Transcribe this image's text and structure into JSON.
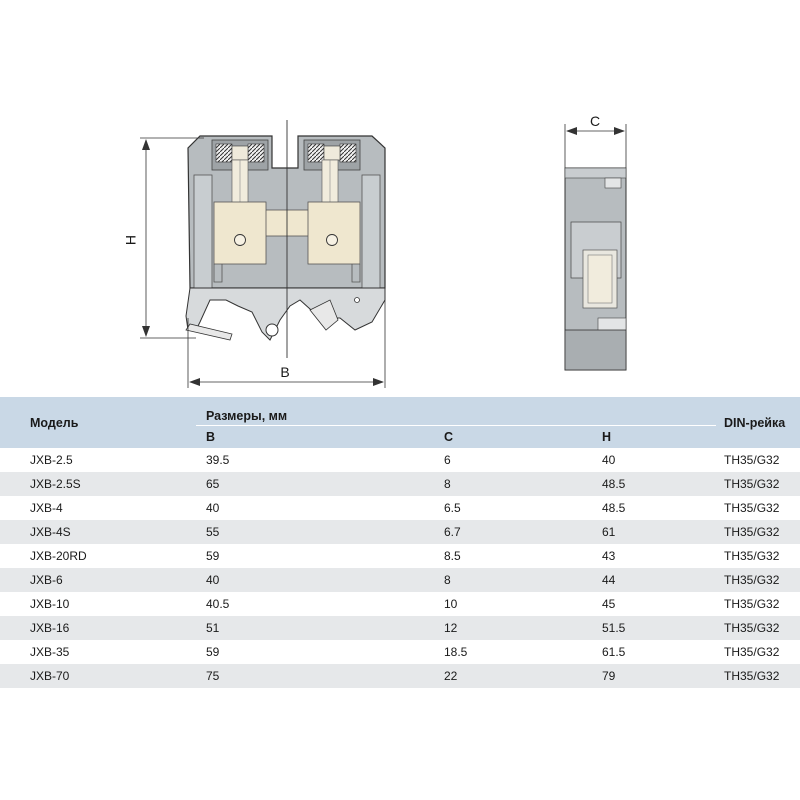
{
  "drawing": {
    "label_h": "H",
    "label_b": "B",
    "label_c": "C"
  },
  "table": {
    "header_model": "Модель",
    "header_dims": "Размеры, мм",
    "header_din": "DIN-рейка",
    "sub_b": "B",
    "sub_c": "C",
    "sub_h": "H",
    "rows": [
      {
        "model": "JXB-2.5",
        "b": "39.5",
        "c": "6",
        "h": "40",
        "din": "TH35/G32"
      },
      {
        "model": "JXB-2.5S",
        "b": "65",
        "c": "8",
        "h": "48.5",
        "din": "TH35/G32"
      },
      {
        "model": "JXB-4",
        "b": "40",
        "c": "6.5",
        "h": "48.5",
        "din": "TH35/G32"
      },
      {
        "model": "JXB-4S",
        "b": "55",
        "c": "6.7",
        "h": "61",
        "din": "TH35/G32"
      },
      {
        "model": "JXB-20RD",
        "b": "59",
        "c": "8.5",
        "h": "43",
        "din": "TH35/G32"
      },
      {
        "model": "JXB-6",
        "b": "40",
        "c": "8",
        "h": "44",
        "din": "TH35/G32"
      },
      {
        "model": "JXB-10",
        "b": "40.5",
        "c": "10",
        "h": "45",
        "din": "TH35/G32"
      },
      {
        "model": "JXB-16",
        "b": "51",
        "c": "12",
        "h": "51.5",
        "din": "TH35/G32"
      },
      {
        "model": "JXB-35",
        "b": "59",
        "c": "18.5",
        "h": "61.5",
        "din": "TH35/G32"
      },
      {
        "model": "JXB-70",
        "b": "75",
        "c": "22",
        "h": "79",
        "din": "TH35/G32"
      }
    ]
  }
}
